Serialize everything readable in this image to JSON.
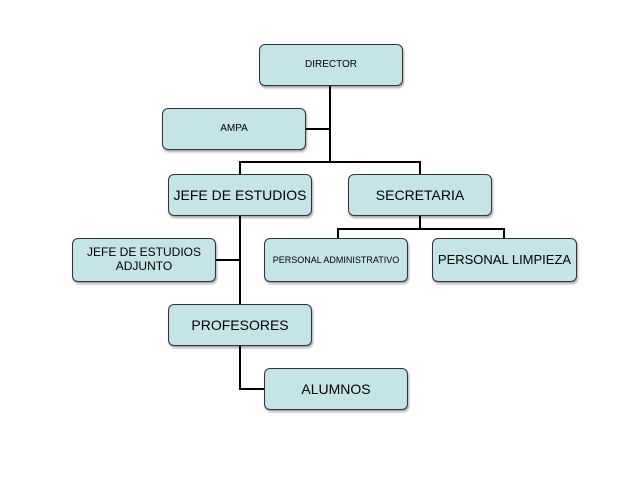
{
  "org_chart": {
    "nodes": {
      "director": "DIRECTOR",
      "ampa": "AMPA",
      "jefe_estudios": "JEFE DE ESTUDIOS",
      "secretaria": "SECRETARIA",
      "jefe_estudios_adjunto": {
        "line1": "JEFE DE ESTUDIOS",
        "line2": "ADJUNTO"
      },
      "personal_administrativo": "PERSONAL ADMINISTRATIVO",
      "personal_limpieza": "PERSONAL LIMPIEZA",
      "profesores": "PROFESORES",
      "alumnos": "ALUMNOS"
    },
    "colors": {
      "box_fill": "#c4e4e8",
      "box_border": "#333333",
      "connector": "#000000"
    }
  }
}
